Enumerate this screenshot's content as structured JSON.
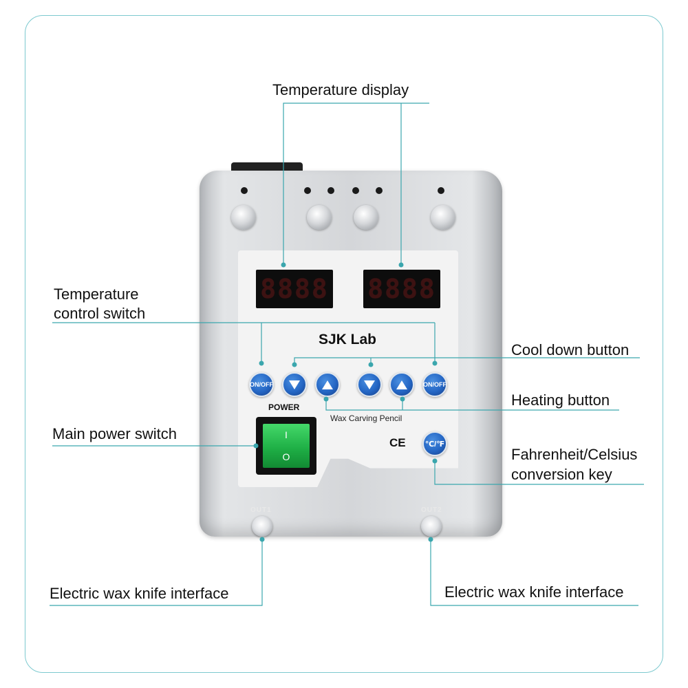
{
  "labels": {
    "temperature_display": "Temperature display",
    "temperature_control_line1": "Temperature",
    "temperature_control_line2": "control switch",
    "cool_down_button": "Cool down button",
    "heating_button": "Heating button",
    "main_power_switch": "Main power switch",
    "fahrenheit_line1": "Fahrenheit/Celsius",
    "fahrenheit_line2": "conversion key",
    "knife_interface_left": "Electric wax knife interface",
    "knife_interface_right": "Electric wax knife interface"
  },
  "device": {
    "brand": "SJK Lab",
    "display_left": "8888",
    "display_right": "8888",
    "on_off_left": "ON/OFF",
    "on_off_right": "ON/OFF",
    "power_label": "POWER",
    "subtitle": "Wax Carving Pencil",
    "ce_mark": "CE",
    "unit_button": "℃/℉",
    "switch_on_symbol": "I",
    "switch_off_symbol": "O",
    "port_left_label": "OUT1",
    "port_right_label": "OUT2"
  },
  "colors": {
    "frame_border": "#7cc9cf",
    "leader_line": "#3aa6ad",
    "button_blue": "#2466c4",
    "switch_green": "#1fb046"
  }
}
